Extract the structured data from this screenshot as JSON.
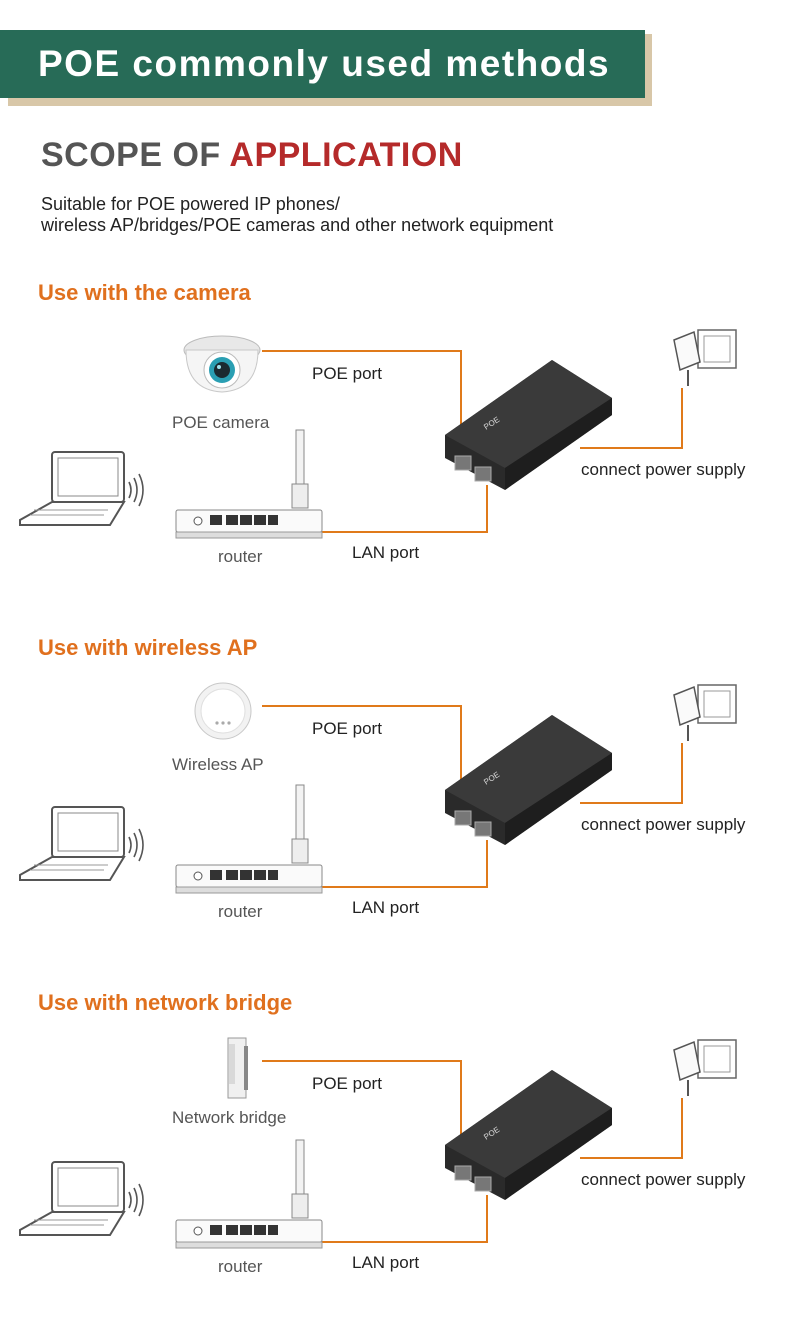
{
  "banner": {
    "title": "POE commonly used methods"
  },
  "scope": {
    "title_part1": "SCOPE OF",
    "title_part2": "APPLICATION",
    "description_line1": "Suitable for POE powered IP phones/",
    "description_line2": "wireless AP/bridges/POE cameras and other network equipment"
  },
  "sections": [
    {
      "title": "Use with the camera",
      "device_label": "POE camera",
      "device_icon": "dome-camera-icon",
      "poe_port": "POE port",
      "lan_port": "LAN port",
      "router_label": "router",
      "power_label": "connect power supply"
    },
    {
      "title": "Use with wireless AP",
      "device_label": "Wireless AP",
      "device_icon": "wireless-ap-icon",
      "poe_port": "POE port",
      "lan_port": "LAN port",
      "router_label": "router",
      "power_label": "connect power supply"
    },
    {
      "title": "Use with network bridge",
      "device_label": "Network bridge",
      "device_icon": "network-bridge-icon",
      "poe_port": "POE port",
      "lan_port": "LAN port",
      "router_label": "router",
      "power_label": "connect power supply"
    }
  ],
  "colors": {
    "banner": "#276b57",
    "accent_red": "#b52a2a",
    "section_orange": "#e0701e",
    "cable": "#e07a1a"
  }
}
